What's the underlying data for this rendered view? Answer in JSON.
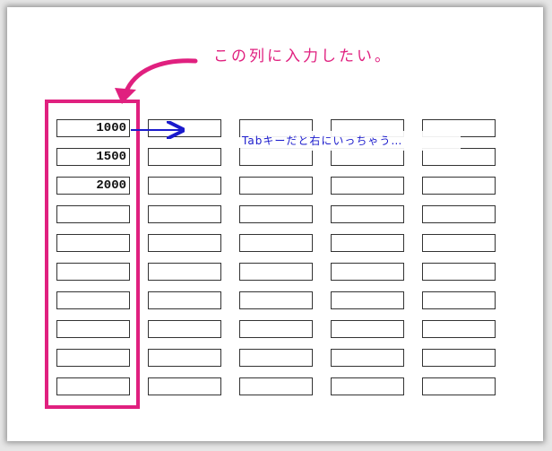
{
  "annotations": {
    "top_note": "この列に入力したい。",
    "tab_note": "Tabキーだと右にいっちゃう…",
    "highlight_color": "#e0207f",
    "tab_note_color": "#1a1acc"
  },
  "grid": {
    "columns": 5,
    "rows": 10,
    "column1_values": [
      "1000",
      "1500",
      "2000",
      "",
      "",
      "",
      "",
      "",
      "",
      ""
    ]
  }
}
